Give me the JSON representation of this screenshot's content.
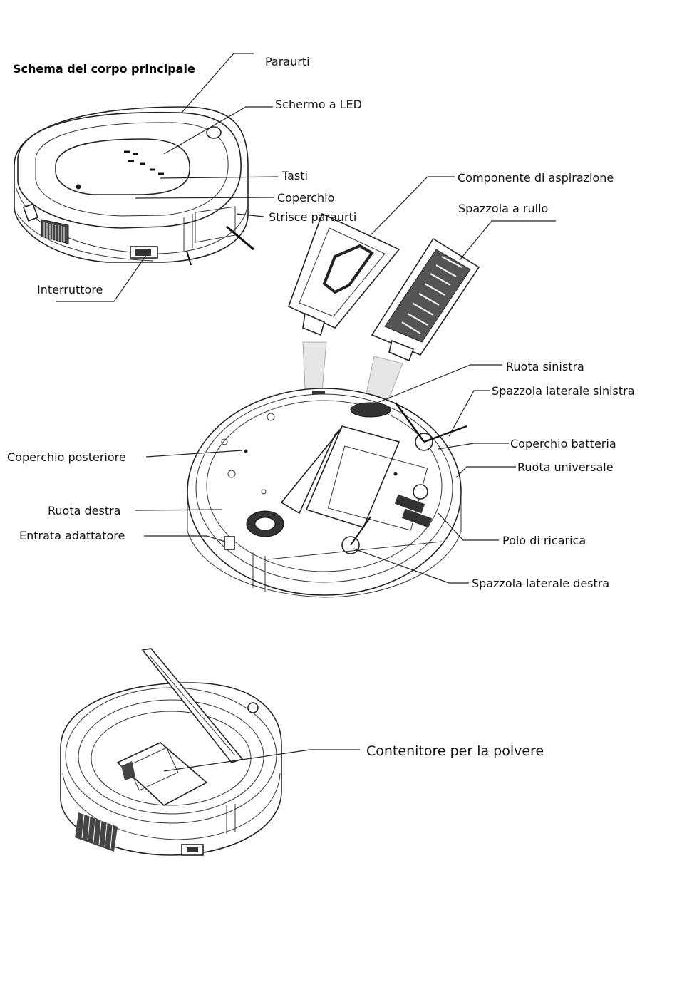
{
  "title": "Schema del corpo principale",
  "labels": {
    "paraurti": "Paraurti",
    "schermo_led": "Schermo a LED",
    "tasti": "Tasti",
    "coperchio": "Coperchio",
    "strisce_paraurti": "Strisce paraurti",
    "interruttore": "Interruttore",
    "componente_aspirazione": "Componente di aspirazione",
    "spazzola_rullo": "Spazzola a rullo",
    "ruota_sinistra": "Ruota sinistra",
    "spazzola_laterale_sinistra": "Spazzola laterale sinistra",
    "coperchio_batteria": "Coperchio batteria",
    "ruota_universale": "Ruota universale",
    "coperchio_posteriore": "Coperchio posteriore",
    "ruota_destra": "Ruota destra",
    "entrata_adattatore": "Entrata adattatore",
    "polo_ricarica": "Polo di ricarica",
    "spazzola_laterale_destra": "Spazzola laterale destra",
    "contenitore_polvere": "Contenitore per la polvere"
  }
}
